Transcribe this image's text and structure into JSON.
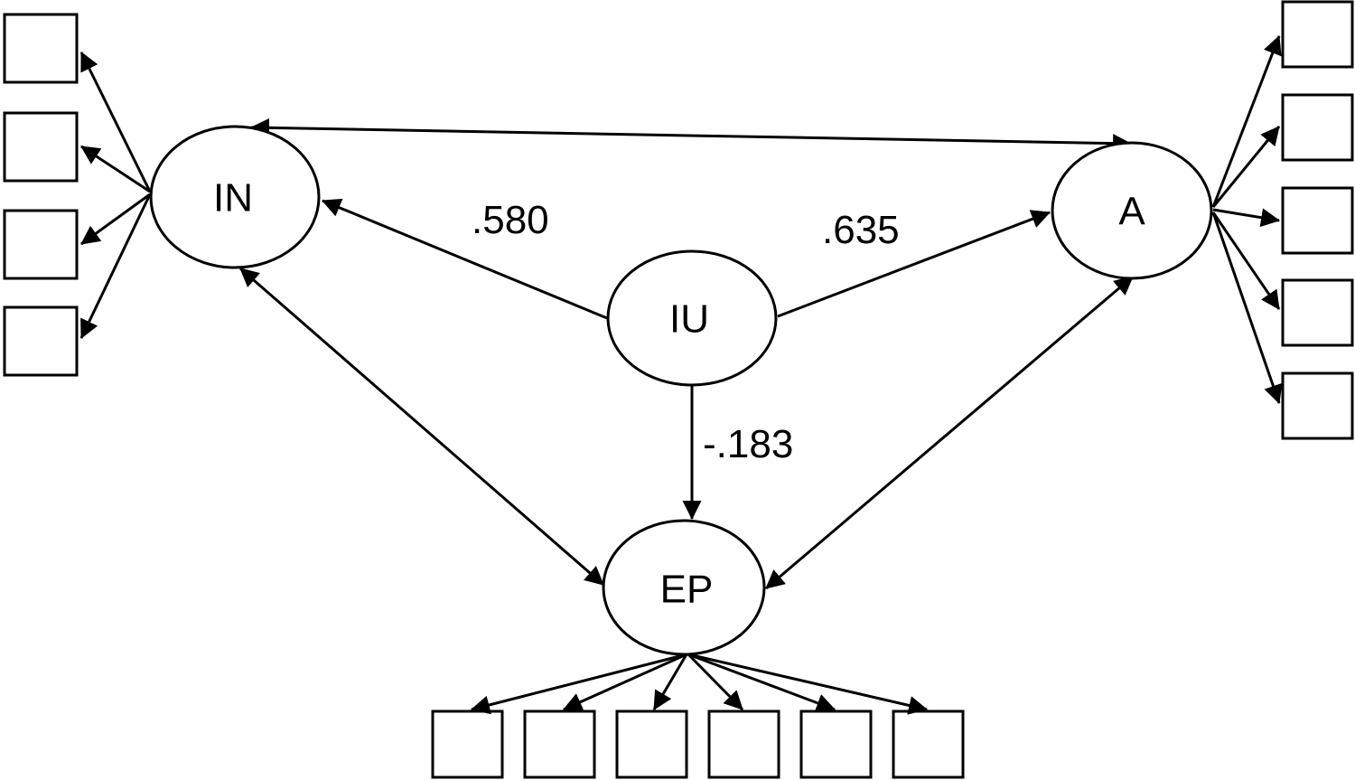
{
  "nodes": {
    "in": "IN",
    "a": "A",
    "iu": "IU",
    "ep": "EP"
  },
  "coefficients": {
    "iu_in": ".580",
    "iu_a": ".635",
    "iu_ep": "-.183"
  },
  "indicator_counts": {
    "in": 4,
    "a": 5,
    "ep": 6
  },
  "colors": {
    "stroke": "#000000",
    "background": "#ffffff"
  }
}
